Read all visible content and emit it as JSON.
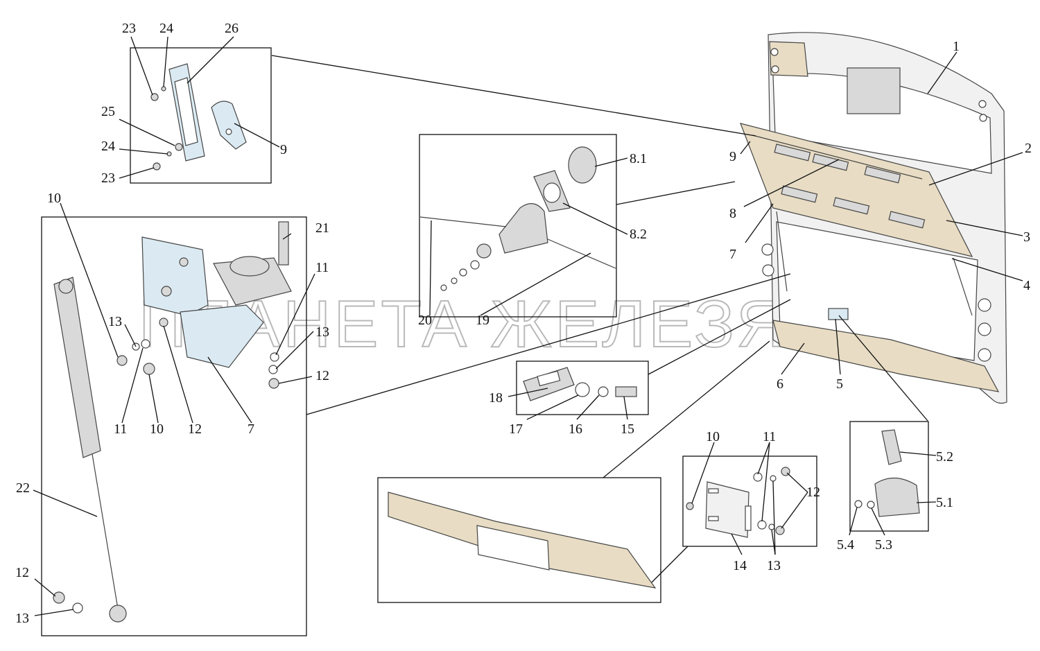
{
  "watermark": "ПЛАНЕТА ЖЕЛЕЗЯКА",
  "labels": {
    "l1": "1",
    "l2": "2",
    "l3": "3",
    "l4": "4",
    "l5": "5",
    "l6": "6",
    "l7": "7",
    "l8": "8",
    "l9": "9",
    "l8_1": "8.1",
    "l8_2": "8.2",
    "l5_1": "5.1",
    "l5_2": "5.2",
    "l5_3": "5.3",
    "l5_4": "5.4",
    "l9b": "9",
    "l10a": "10",
    "l10b": "10",
    "l10c": "10",
    "l11a": "11",
    "l11b": "11",
    "l11c": "11",
    "l12a": "12",
    "l12b": "12",
    "l12c": "12",
    "l12d": "12",
    "l13a": "13",
    "l13b": "13",
    "l13c": "13",
    "l13d": "13",
    "l7b": "7",
    "l14": "14",
    "l15": "15",
    "l16": "16",
    "l17": "17",
    "l18": "18",
    "l19": "19",
    "l20": "20",
    "l21": "21",
    "l22": "22",
    "l23a": "23",
    "l23b": "23",
    "l24a": "24",
    "l24b": "24",
    "l25": "25",
    "l26": "26"
  }
}
